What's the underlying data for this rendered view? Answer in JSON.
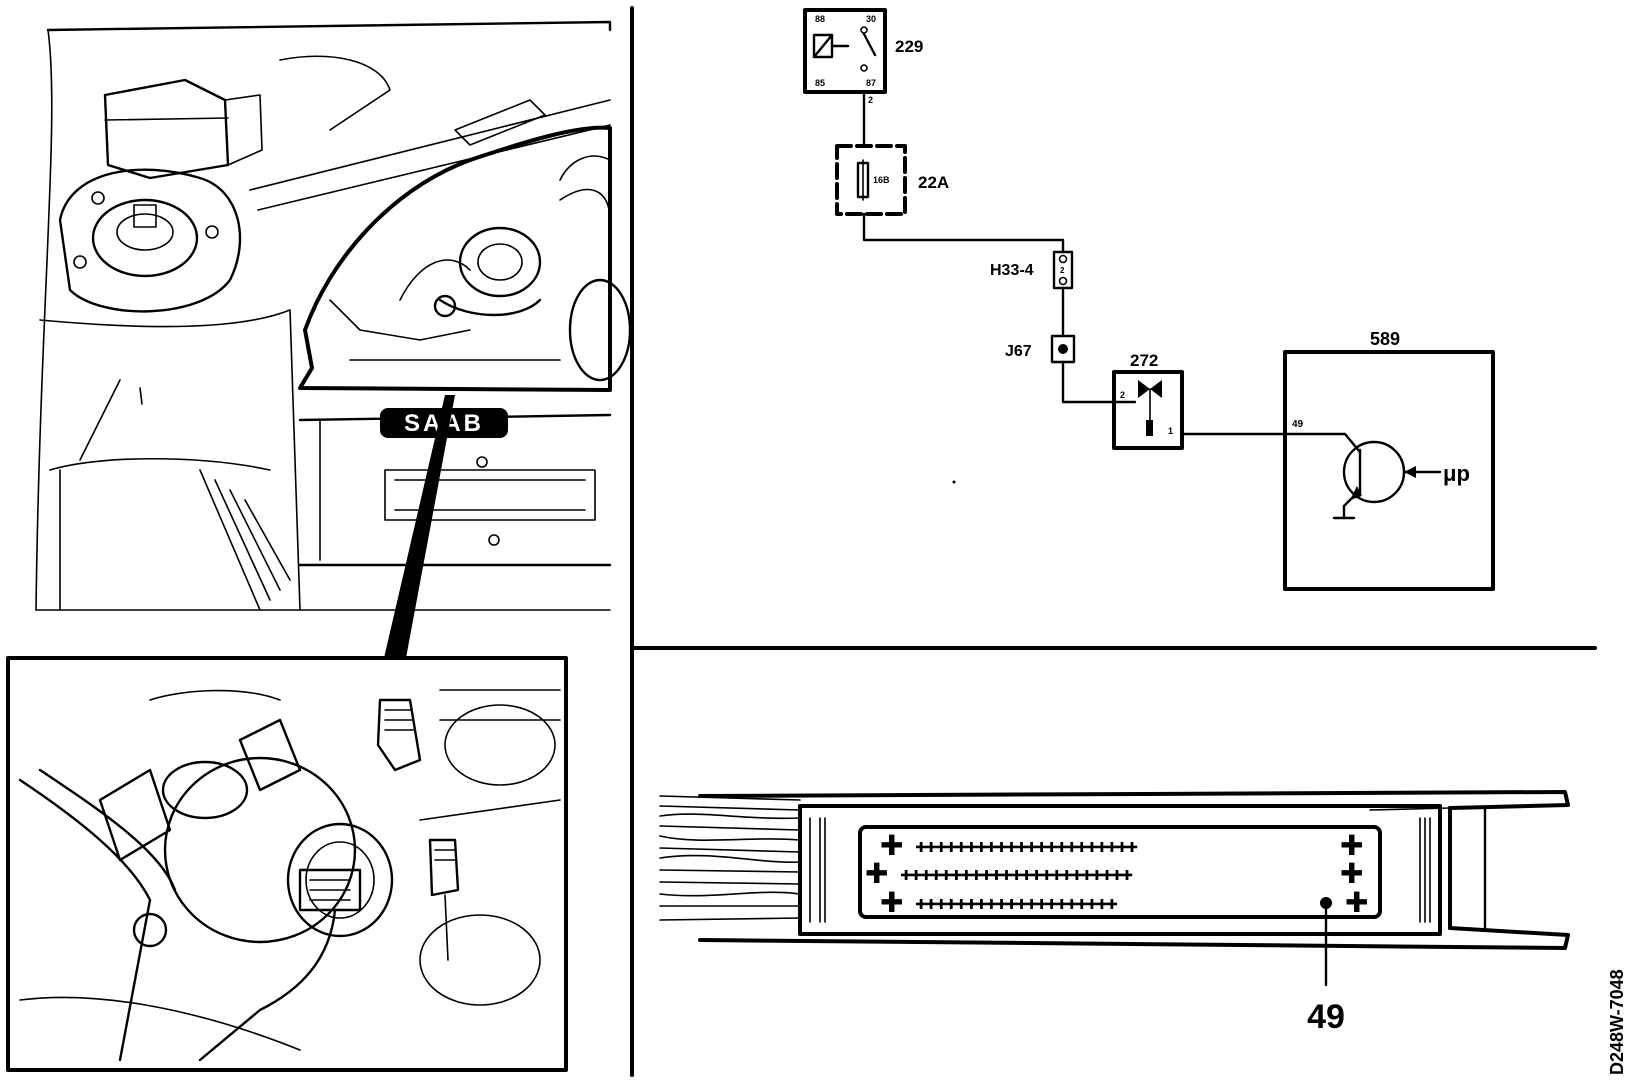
{
  "schematic": {
    "relay": {
      "id": "229",
      "pin_88": "88",
      "pin_30": "30",
      "pin_85": "85",
      "pin_87": "87",
      "pin_out": "2"
    },
    "fuse": {
      "id": "22A",
      "rating": "16B"
    },
    "connector_h": {
      "id": "H33-4",
      "pin": "2"
    },
    "junction": {
      "id": "J67"
    },
    "valve": {
      "id": "272",
      "pin_1": "1",
      "pin_2": "2"
    },
    "ecu": {
      "id": "589",
      "pin": "49",
      "input": "μp"
    }
  },
  "connector_detail": {
    "pin_callout": "49"
  },
  "figure_code": "D248W-7048"
}
